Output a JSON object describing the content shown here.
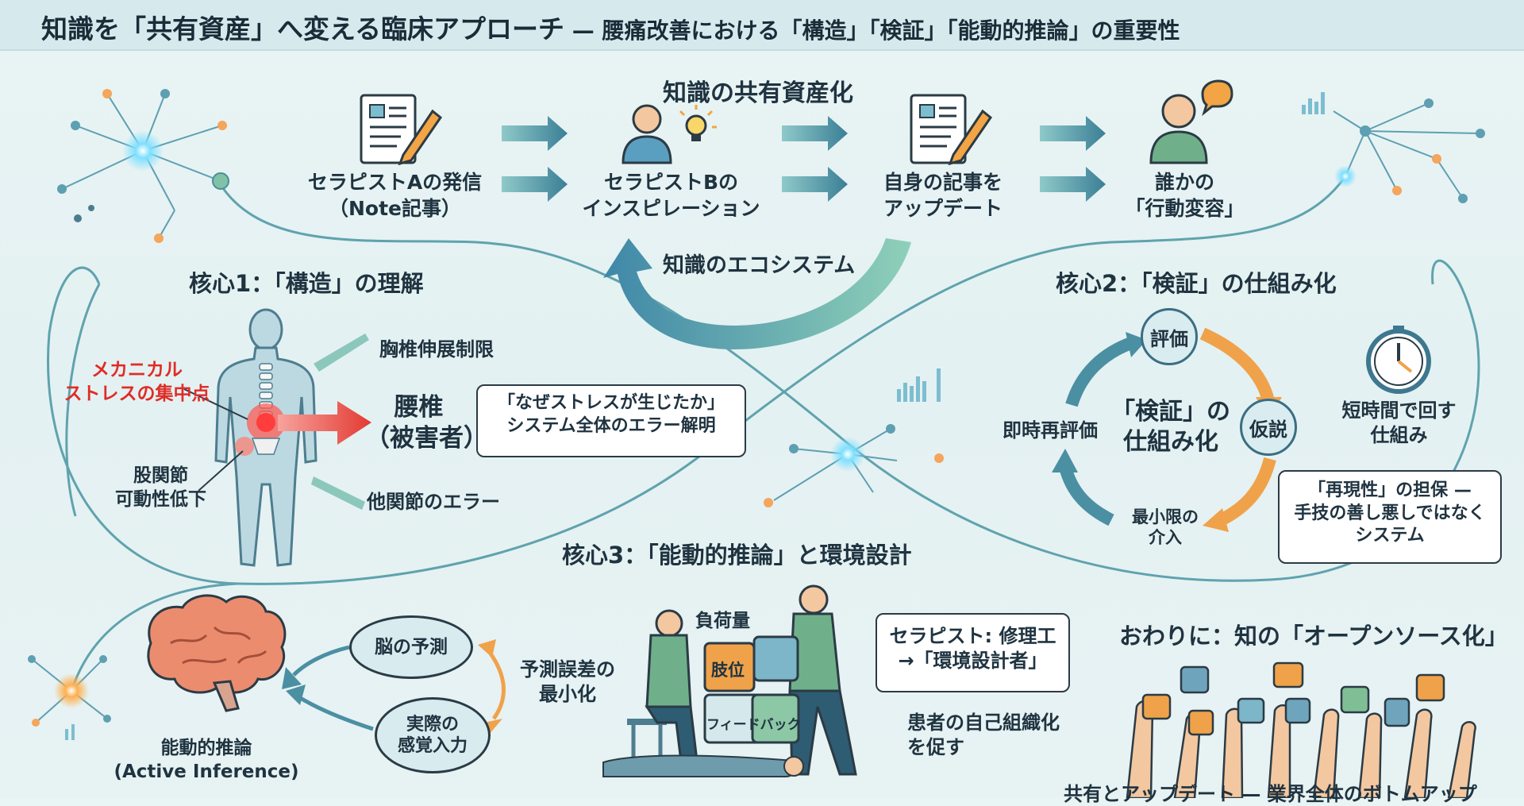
{
  "title": {
    "main": "知識を「共有資産」へ変える臨床アプローチ",
    "dash": " — ",
    "sub": "腰痛改善における「構造」「検証」「能動的推論」の重要性"
  },
  "top_flow": {
    "heading": "知識の共有資産化",
    "steps": [
      {
        "label": "セラピストAの発信\n（Note記事）",
        "icon": "document-pencil-icon"
      },
      {
        "label": "セラピストBの\nインスピレーション",
        "icon": "person-lightbulb-icon"
      },
      {
        "label": "自身の記事を\nアップデート",
        "icon": "document-pencil-icon"
      },
      {
        "label": "誰かの\n「行動変容」",
        "icon": "person-speech-icon"
      }
    ],
    "ecosystem": "知識のエコシステム"
  },
  "core1": {
    "heading": "核心1：「構造」の理解",
    "stress_label": "メカニカル\nストレスの集中点",
    "hip_label": "股関節\n可動性低下",
    "thoracic": "胸椎伸展制限",
    "lumbar": "腰椎\n（被害者）",
    "other_joints": "他関節のエラー",
    "why_box": "「なぜストレスが生じたか」\nシステム全体のエラー解明"
  },
  "core2": {
    "heading": "核心2：「検証」の仕組み化",
    "center": "「検証」の\n仕組み化",
    "nodes": {
      "eval": "評価",
      "hypothesis": "仮説",
      "intervention": "最小限の\n介入",
      "reeval": "即時再評価"
    },
    "short_cycle": "短時間で回す\n仕組み",
    "repro_box": "「再現性」の担保 —\n手技の善し悪しではなく\nシステム"
  },
  "core3": {
    "heading": "核心3：「能動的推論」と環境設計",
    "brain_pred": "脳の予測",
    "actual_input": "実際の\n感覚入力",
    "minimize": "予測誤差の\n最小化",
    "active_inference": "能動的推論\n(Active Inference)",
    "load": "負荷量",
    "position": "肢位",
    "feedback": "フィードバック",
    "therapist_box": "セラピスト: 修理工\n→「環境設計者」",
    "self_org": "患者の自己組織化\nを促す"
  },
  "closing": {
    "heading": "おわりに：知の「オープンソース化」",
    "caption": "共有とアップデート — 業界全体のボトムアップ"
  },
  "colors": {
    "teal": "#4b8fa3",
    "teal_light": "#87c1cc",
    "orange": "#f0a24a",
    "red": "#e83a35",
    "green": "#6fb08a",
    "dark": "#2b3b45",
    "brain": "#e98a6d"
  }
}
